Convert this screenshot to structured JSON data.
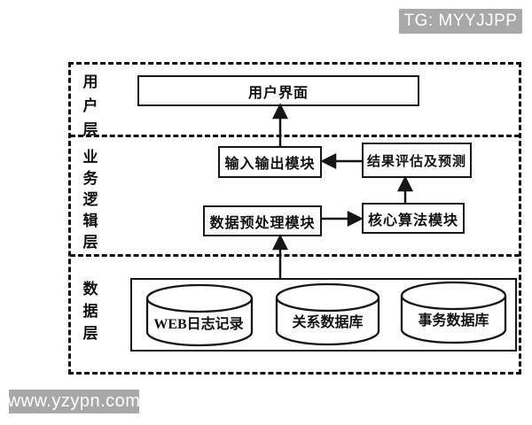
{
  "badges": {
    "tg": "TG: MYYJJPP",
    "site": "www.yzypn.com"
  },
  "colors": {
    "background": "#ffffff",
    "line": "#111111",
    "badge_bg": "#a8a8a8",
    "badge_text": "#ffffff"
  },
  "layers": {
    "user": {
      "label": "用户层"
    },
    "business": {
      "label": "业务逻辑层"
    },
    "data": {
      "label": "数据层"
    }
  },
  "nodes": {
    "user_interface": {
      "label": "用户界面"
    },
    "io_module": {
      "label": "输入输出模块"
    },
    "result_eval": {
      "label": "结果评估及预测"
    },
    "preprocess": {
      "label": "数据预处理模块"
    },
    "core_algo": {
      "label": "核心算法模块"
    }
  },
  "datastores": {
    "web_log": {
      "label": "WEB日志记录"
    },
    "relational_db": {
      "label": "关系数据库"
    },
    "transaction_db": {
      "label": "事务数据库"
    }
  }
}
